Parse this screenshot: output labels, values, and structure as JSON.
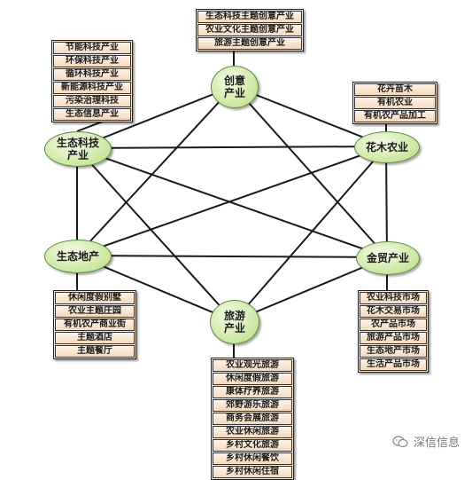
{
  "nodes": {
    "creative": "创意\n产业",
    "eco_tech": "生态科技\n产业",
    "flower": "花木农业",
    "eco_estate": "生态地产",
    "finance_trade": "金贸产业",
    "tourism": "旅游\n产业"
  },
  "boxes": {
    "creative": [
      "生态科技主题创意产业",
      "农业文化主题创意产业",
      "旅游主题创意产业"
    ],
    "eco_tech": [
      "节能科技产业",
      "环保科技产业",
      "循环科技产业",
      "新能源科技产业",
      "污染治理科技",
      "生态信息产业"
    ],
    "flower": [
      "花卉苗木",
      "有机农业",
      "有机农产品加工"
    ],
    "eco_estate": [
      "休闲度假别墅",
      "农业主题庄园",
      "有机农产商业街",
      "主题酒店",
      "主题餐厅"
    ],
    "finance_trade": [
      "农业科技市场",
      "花木交易市场",
      "农产品市场",
      "旅游产品市场",
      "生态地产市场",
      "生活产品市场"
    ],
    "tourism": [
      "农业观光旅游",
      "休闲度假旅游",
      "康体疗养旅游",
      "郊野游乐旅游",
      "商务会展旅游",
      "农业休闲旅游",
      "乡村文化旅游",
      "乡村休闲餐饮",
      "乡村休闲住宿"
    ]
  },
  "watermark": "深信信息",
  "colors": {
    "node_fill": "#cfe9a8",
    "node_border": "#5f8a3c",
    "box_fill": "#fbe9d6",
    "line": "#1a1a1a"
  }
}
